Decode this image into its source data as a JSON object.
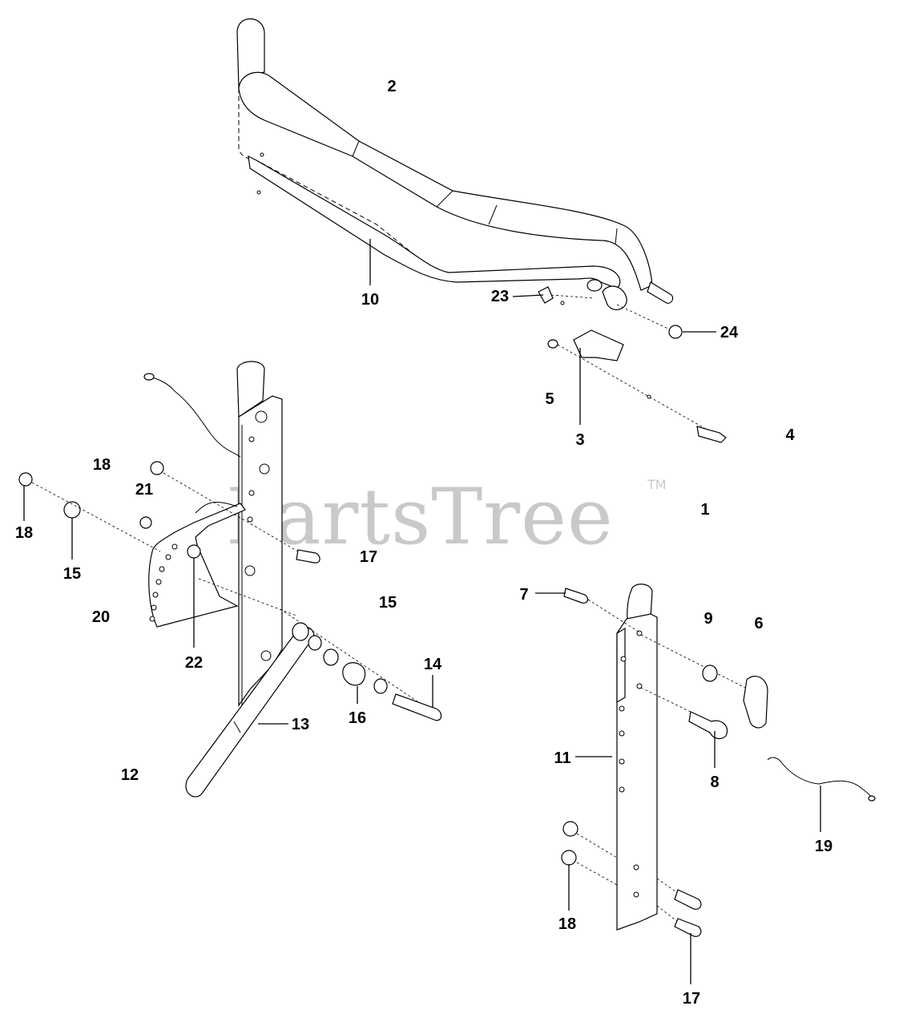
{
  "watermark": {
    "text": "PartsTree",
    "tm": "TM"
  },
  "callouts": {
    "c1": "1",
    "c2": "2",
    "c3": "3",
    "c4": "4",
    "c5": "5",
    "c6": "6",
    "c7": "7",
    "c8": "8",
    "c9": "9",
    "c10": "10",
    "c11": "11",
    "c12": "12",
    "c13": "13",
    "c14": "14",
    "c15a": "15",
    "c15b": "15",
    "c16": "16",
    "c17a": "17",
    "c17b": "17",
    "c18a": "18",
    "c18b": "18",
    "c18c": "18",
    "c19": "19",
    "c20": "20",
    "c21": "21",
    "c22": "22",
    "c23": "23",
    "c24": "24"
  }
}
